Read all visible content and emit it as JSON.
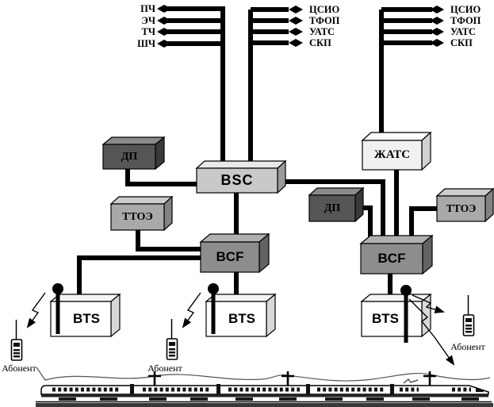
{
  "groups": {
    "railway": {
      "labels": [
        "ПЧ",
        "ЭЧ",
        "ТЧ",
        "ШЧ"
      ]
    },
    "network_mid": {
      "labels": [
        "ЦСИО",
        "ТФОП",
        "УАТС",
        "СКП"
      ]
    },
    "network_right": {
      "labels": [
        "ЦСИО",
        "ТФОП",
        "УАТС",
        "СКП"
      ]
    }
  },
  "nodes": {
    "dp_left": {
      "label": "ДП"
    },
    "bsc": {
      "label": "BSC"
    },
    "ttoe_left": {
      "label": "ТТОЭ"
    },
    "zhats": {
      "label": "ЖАТС"
    },
    "dp_right": {
      "label": "ДП"
    },
    "ttoe_right": {
      "label": "ТТОЭ"
    },
    "bcf_left": {
      "label": "BCF"
    },
    "bcf_right": {
      "label": "BCF"
    },
    "bts_left": {
      "label": "BTS"
    },
    "bts_mid": {
      "label": "BTS"
    },
    "bts_right": {
      "label": "BTS"
    }
  },
  "subscribers": {
    "left": {
      "label": "Абонент"
    },
    "mid": {
      "label": "Абонент"
    },
    "right": {
      "label": "Абонент"
    }
  },
  "colors": {
    "line": "#000000",
    "dp_front": "#565656",
    "dp_top": "#8a8a8a",
    "dp_side": "#3a3a3a",
    "bsc_front": "#c9c9c9",
    "bsc_top": "#e9e9e9",
    "bsc_side": "#9b9b9b",
    "ttoe_front": "#a9a9a9",
    "ttoe_top": "#cccccc",
    "ttoe_side": "#828282",
    "zhats_front": "#f1f1f1",
    "zhats_top": "#fbfbfb",
    "zhats_side": "#d2d2d2",
    "bcf_front": "#8d8d8d",
    "bcf_top": "#b0b0b0",
    "bcf_side": "#636363",
    "bts_front": "#ffffff",
    "bts_top": "#f4f4f4",
    "bts_side": "#d8d8d8"
  }
}
